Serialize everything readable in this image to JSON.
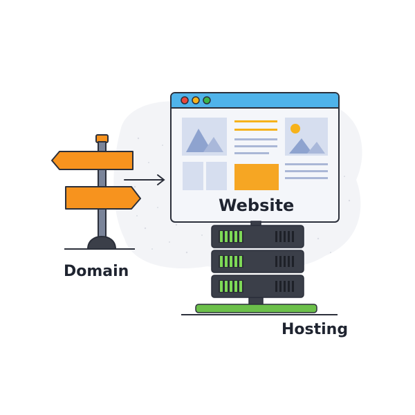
{
  "labels": {
    "domain": "Domain",
    "website": "Website",
    "hosting": "Hosting"
  },
  "colors": {
    "outline": "#2b2f3a",
    "sign_orange": "#f7931e",
    "browser_bar": "#4fb3ea",
    "dot_red": "#e8473c",
    "dot_yellow": "#f6b21b",
    "dot_green": "#3cb54a",
    "image_blue": "#8ea3cf",
    "server_body": "#3b3f49",
    "server_led_green": "#7ed957",
    "base_green": "#6cc04a"
  },
  "icons": [
    "signpost-icon",
    "arrow-icon",
    "browser-window-icon",
    "server-rack-icon"
  ]
}
